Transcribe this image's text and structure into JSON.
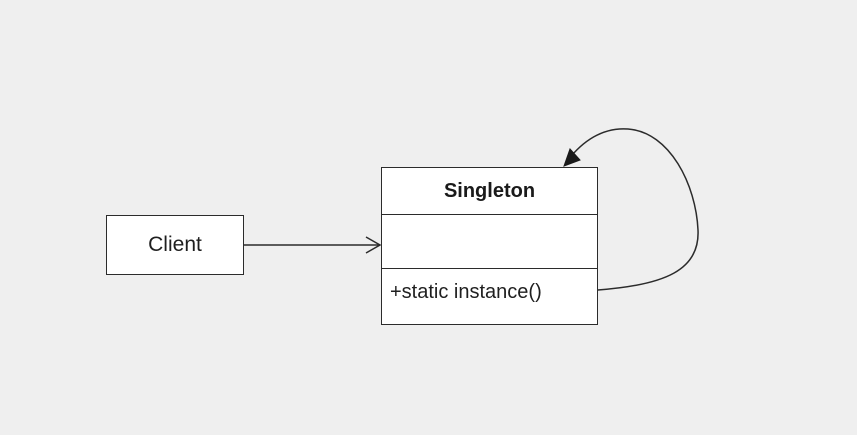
{
  "client": {
    "label": "Client"
  },
  "singleton": {
    "name": "Singleton",
    "methods": [
      "+static instance()"
    ]
  },
  "colors": {
    "background": "#efefef",
    "box_fill": "#ffffff",
    "stroke": "#2b2b2b"
  }
}
